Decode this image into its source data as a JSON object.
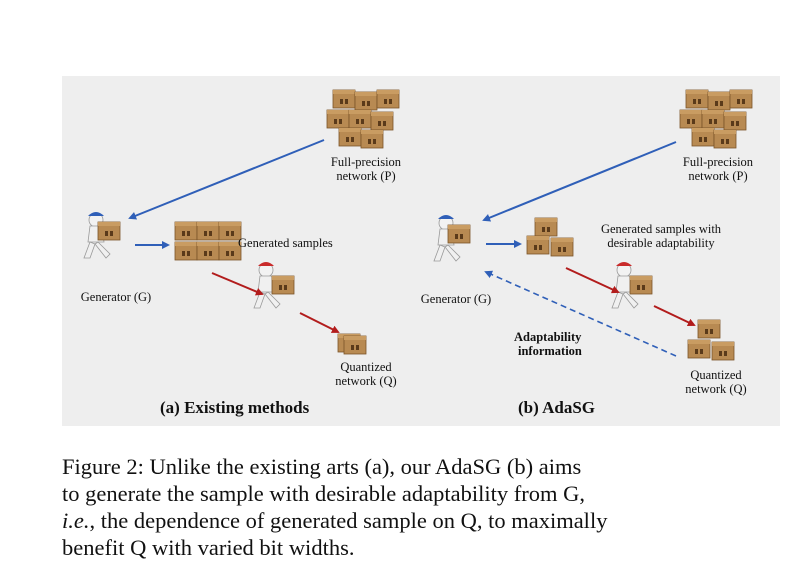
{
  "panel_a": {
    "full_precision_label": [
      "Full-precision",
      "network (P)"
    ],
    "generator_label": "Generator (G)",
    "generated_label": "Generated samples",
    "quantized_label": [
      "Quantized",
      "network (Q)"
    ],
    "subtitle": "(a) Existing methods"
  },
  "panel_b": {
    "full_precision_label": [
      "Full-precision",
      "network (P)"
    ],
    "generator_label": "Generator (G)",
    "generated_label": [
      "Generated samples with",
      "desirable adaptability"
    ],
    "adaptability_label": [
      "Adaptability",
      "information"
    ],
    "quantized_label": [
      "Quantized",
      "network (Q)"
    ],
    "subtitle": "(b) AdaSG"
  },
  "caption": {
    "line1": "Figure 2: Unlike the existing arts (a), our AdaSG (b) aims",
    "line2": "to generate the sample with desirable adaptability from G,",
    "line3_italic": "i.e.",
    "line3_rest": ", the dependence of generated sample on Q, to maximally",
    "line4": "benefit Q with varied bit widths."
  },
  "colors": {
    "blue_arrow": "#2f5fb8",
    "red_arrow": "#b21c1c",
    "box": "#b88a52",
    "box_dark": "#8e6535",
    "panel_bg": "#eeeeee"
  },
  "icons": [
    "box-stack-icon",
    "person-carrying-box-icon"
  ]
}
